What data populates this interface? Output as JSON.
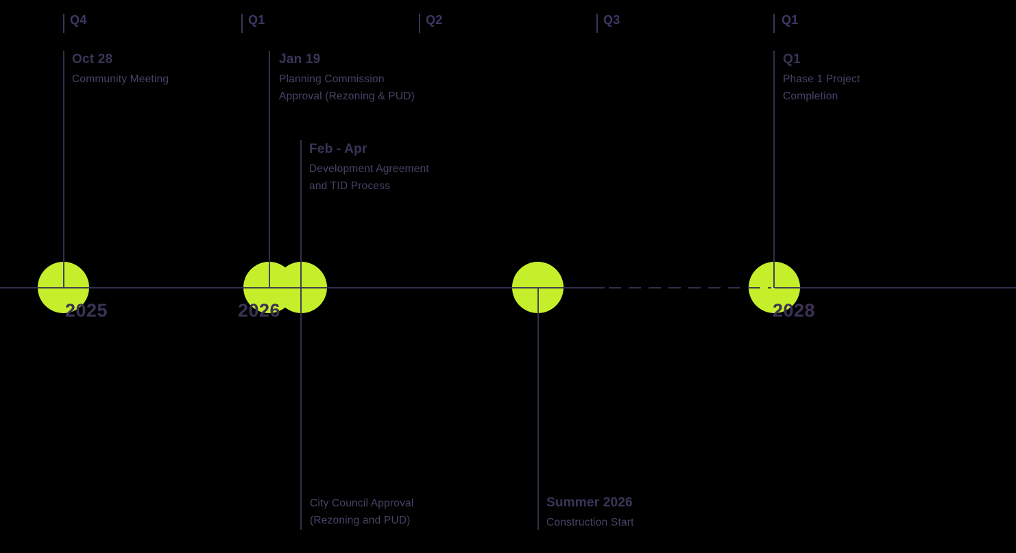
{
  "diagram_type": "project-timeline",
  "colors": {
    "background": "#000000",
    "accent_circle": "#c5ef2b",
    "line": "#383252",
    "title_text": "#3c3459",
    "body_text": "#4a4267",
    "year_text": "#3b3256"
  },
  "quarter_axis": {
    "items": [
      {
        "label": "Q4"
      },
      {
        "label": "Q1"
      },
      {
        "label": "Q2"
      },
      {
        "label": "Q3"
      },
      {
        "label": "Q1"
      }
    ]
  },
  "years": {
    "y2025": "2025",
    "y2026": "2026",
    "y2028": "2028"
  },
  "events": {
    "community_meeting": {
      "title": "Oct 28",
      "line1": "Community Meeting"
    },
    "planning_commission": {
      "title": "Jan 19",
      "line1": "Planning Commission",
      "line2": "Approval (Rezoning & PUD)"
    },
    "development_agreement": {
      "title": "Feb - Apr",
      "line1": "Development Agreement",
      "line2": "and TID Process"
    },
    "city_council": {
      "line1": "City Council Approval",
      "line2": "(Rezoning and PUD)"
    },
    "construction_start": {
      "title": "Summer 2026",
      "line1": "Construction Start"
    },
    "phase1_completion": {
      "title": "Q1",
      "line1": "Phase 1 Project",
      "line2": "Completion"
    }
  }
}
